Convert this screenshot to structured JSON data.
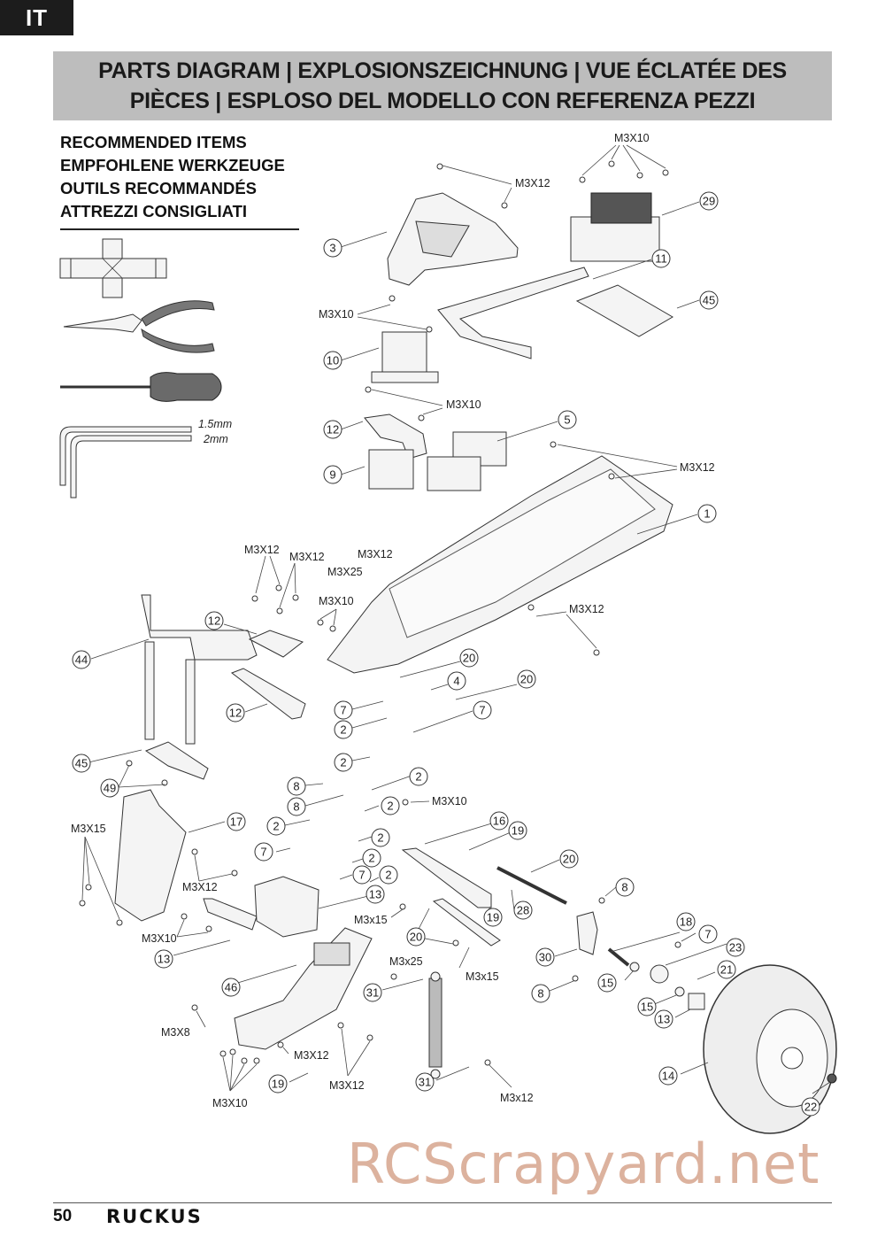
{
  "language_tab": "IT",
  "title": {
    "line1": "PARTS DIAGRAM | EXPLOSIONSZEICHNUNG | VUE ÉCLATÉE DES",
    "line2": "PIÈCES | ESPLOSO DEL MODELLO CON REFERENZA PEZZI"
  },
  "recommended": {
    "headings": [
      "RECOMMENDED ITEMS",
      "EMPFOHLENE WERKZEUGE",
      "OUTILS RECOMMANDÉS",
      "ATTREZZI CONSIGLIATI"
    ],
    "tools": [
      {
        "name": "cross-wrench-icon"
      },
      {
        "name": "needle-nose-pliers-icon"
      },
      {
        "name": "phillips-screwdriver-icon"
      },
      {
        "name": "hex-wrench-icon",
        "sizes": [
          "1.5mm",
          "2mm"
        ]
      }
    ]
  },
  "callouts": {
    "numbers": [
      "29",
      "3",
      "11",
      "45",
      "10",
      "12",
      "5",
      "9",
      "1",
      "12",
      "44",
      "12",
      "20",
      "4",
      "20",
      "7",
      "2",
      "7",
      "45",
      "2",
      "49",
      "8",
      "2",
      "8",
      "2",
      "2",
      "17",
      "2",
      "7",
      "16",
      "19",
      "2",
      "7",
      "2",
      "13",
      "20",
      "13",
      "8",
      "28",
      "19",
      "20",
      "30",
      "18",
      "7",
      "23",
      "46",
      "31",
      "15",
      "21",
      "15",
      "13",
      "8",
      "14",
      "19",
      "31",
      "22"
    ],
    "screw_labels": [
      "M3X10",
      "M3X12",
      "M3X10",
      "M3X10",
      "M3X12",
      "M3X12",
      "M3X12",
      "M3X12",
      "M3X25",
      "M3X10",
      "M3X12",
      "M3X10",
      "M3X15",
      "M3X12",
      "M3X10",
      "M3x15",
      "M3x15",
      "M3x25",
      "M3X8",
      "M3X12",
      "M3X12",
      "M3X10",
      "M3x12"
    ]
  },
  "watermark": "RCScrapyard.net",
  "footer": {
    "page_number": "50",
    "brand": "RUCKUS"
  }
}
